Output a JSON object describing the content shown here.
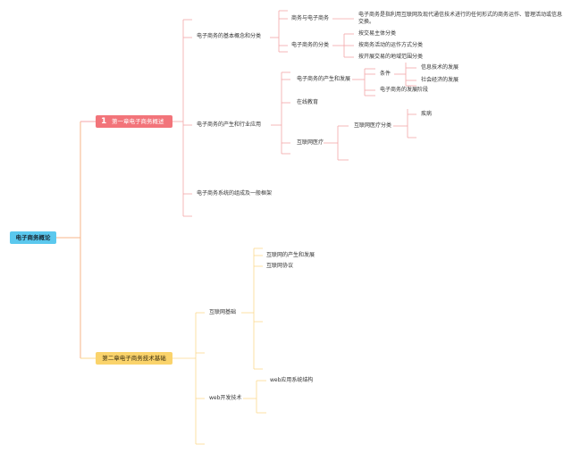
{
  "root": "电子商务概论",
  "chapter1": {
    "number": "1",
    "title": "第一章电子商务概述",
    "sec1": {
      "title": "电子商务的基本概念和分类",
      "ecom": "商务与电子商务",
      "ecom_desc": "电子商务是指利用互联网及现代通信技术进行的任何形式的商务运作、管理活动或信息交换。",
      "classify": "电子商务的分类",
      "classes": [
        "按交易主体分类",
        "按商务活动的运作方式分类",
        "按开展交易的地域范围分类"
      ]
    },
    "sec2": {
      "title": "电子商务的产生和行业应用",
      "origin": "电子商务的产生和发展",
      "conditions": "条件",
      "cond_items": [
        "信息技术的发展",
        "社会经济的发展"
      ],
      "stages": "电子商务的发展阶段",
      "edu": "在线教育",
      "med": "互联网医疗",
      "med_class": "互联网医疗分类",
      "disease": "疾病"
    },
    "sec3": {
      "title": "电子商务系统的组成及一般框架"
    }
  },
  "chapter2": {
    "title": "第二章电子商务技术基础",
    "internet": "互联网基础",
    "internet_items": [
      "互联网的产生和发展",
      "互联网协议"
    ],
    "web": "web开发技术",
    "web_items": [
      "web应用系统结构"
    ]
  },
  "colors": {
    "root": "#5bc8ee",
    "chapter1": "#f2747a",
    "chapter2": "#fad36b",
    "line1": "#f4a6a8",
    "line2": "#fbd98f",
    "root_line": "#f7b58a"
  }
}
